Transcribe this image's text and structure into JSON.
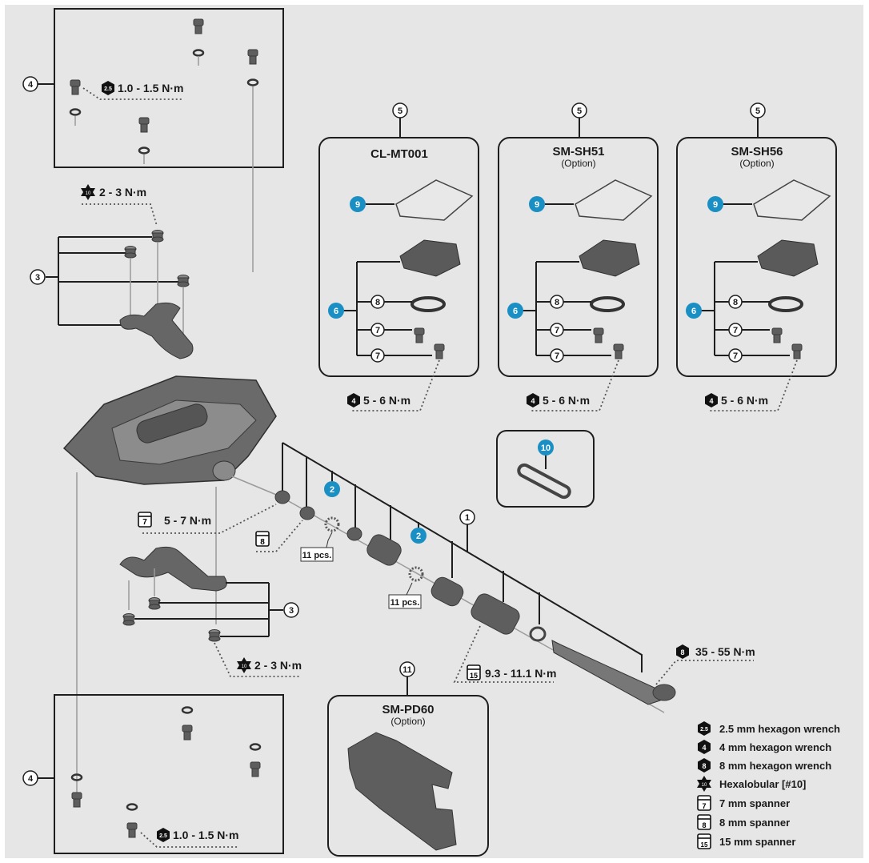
{
  "diagram": {
    "title": "Pedal exploded view",
    "callouts": {
      "c1": "1",
      "c2": "2",
      "c3": "3",
      "c4": "4",
      "c5": "5",
      "c6": "6",
      "c7": "7",
      "c8": "8",
      "c9": "9",
      "c10": "10",
      "c11": "11"
    },
    "cleat_boxes": [
      {
        "title": "CL-MT001",
        "subtitle": "",
        "torque_tool": "4",
        "torque": "5 - 6 N·m"
      },
      {
        "title": "SM-SH51",
        "subtitle": "(Option)",
        "torque_tool": "4",
        "torque": "5 - 6 N·m"
      },
      {
        "title": "SM-SH56",
        "subtitle": "(Option)",
        "torque_tool": "4",
        "torque": "5 - 6 N·m"
      }
    ],
    "tool_box": {
      "title": "SM-PD60",
      "subtitle": "(Option)"
    },
    "torques": {
      "top_screws": {
        "tool": "2.5",
        "value": "1.0 - 1.5 N·m"
      },
      "bottom_screws": {
        "tool": "2.5",
        "value": "1.0 - 1.5 N·m"
      },
      "top_plate": {
        "tool": "10",
        "value": "2 - 3 N·m"
      },
      "bottom_plate": {
        "tool": "10",
        "value": "2 - 3 N·m"
      },
      "locknut": {
        "tool": "7",
        "value": "5 - 7 N·m"
      },
      "spanner8": {
        "tool": "8"
      },
      "sleeve": {
        "tool": "15",
        "value": "9.3 - 11.1 N·m"
      },
      "axle": {
        "tool": "8",
        "value": "35 - 55 N·m"
      }
    },
    "bearing_count_1": "11 pcs.",
    "bearing_count_2": "11 pcs.",
    "accent_color": "#1a8fc4"
  },
  "legend": [
    {
      "icon": "hex-2.5-icon",
      "glyph": "2.5",
      "label": "2.5 mm hexagon wrench"
    },
    {
      "icon": "hex-4-icon",
      "glyph": "4",
      "label": "4 mm hexagon wrench"
    },
    {
      "icon": "hex-8-icon",
      "glyph": "8",
      "label": "8 mm hexagon wrench"
    },
    {
      "icon": "hexalobular-icon",
      "glyph": "10",
      "label": "Hexalobular [#10]"
    },
    {
      "icon": "spanner-7-icon",
      "glyph": "7",
      "label": "7 mm spanner"
    },
    {
      "icon": "spanner-8-icon",
      "glyph": "8",
      "label": "8 mm spanner"
    },
    {
      "icon": "spanner-15-icon",
      "glyph": "15",
      "label": "15 mm spanner"
    }
  ]
}
